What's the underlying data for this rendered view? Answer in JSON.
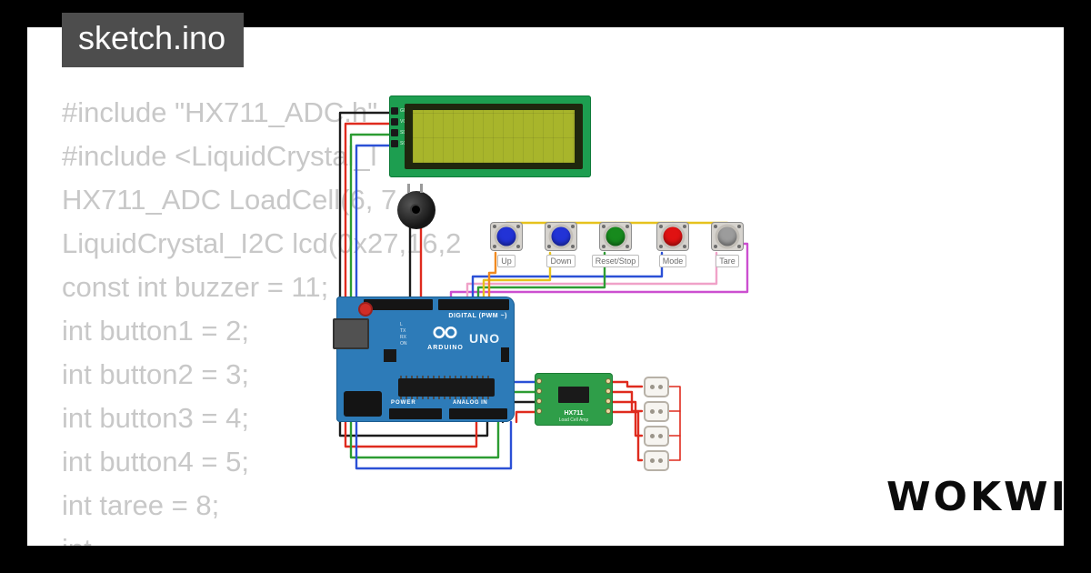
{
  "window": {
    "title": "sketch.ino"
  },
  "code": {
    "lines": [
      "#include \"HX711_ADC.h\"",
      "#include <LiquidCrystal_I",
      "HX711_ADC LoadCell(6, 7",
      "LiquidCrystal_I2C lcd(0x27,16,2",
      "const int buzzer = 11;",
      "int button1 = 2;",
      "int button2 = 3;",
      "int button3 = 4;",
      "int button4 = 5;",
      "int taree = 8;",
      "int"
    ]
  },
  "lcd": {
    "pins": [
      "GND",
      "VCC",
      "SDA",
      "SCL"
    ]
  },
  "buttons": [
    {
      "label": "Up",
      "cap_color": "#2233d6"
    },
    {
      "label": "Down",
      "cap_color": "#2233d6"
    },
    {
      "label": "Reset/Stop",
      "cap_color": "#178a1d"
    },
    {
      "label": "Mode",
      "cap_color": "#e01212"
    },
    {
      "label": "Tare",
      "cap_color": "#9c9c9c"
    }
  ],
  "arduino": {
    "brand": "ARDUINO",
    "model": "UNO",
    "digital_label": "DIGITAL (PWM ~)",
    "power_label": "POWER",
    "analog_label": "ANALOG IN",
    "leds": [
      "L",
      "TX",
      "RX",
      "ON"
    ]
  },
  "hx711": {
    "name": "HX711",
    "desc": "Load Cell Amp"
  },
  "logo": {
    "text": "WOKWI"
  },
  "colors": {
    "frame": "#000000",
    "canvas": "#ffffff",
    "titlebar": "#4d4d4d",
    "code_text": "#c8c8c8",
    "lcd_pcb": "#1d9e50",
    "lcd_screen": "#a8b52b",
    "arduino_board": "#2d7bb8",
    "hx711_board": "#2f9e49"
  }
}
